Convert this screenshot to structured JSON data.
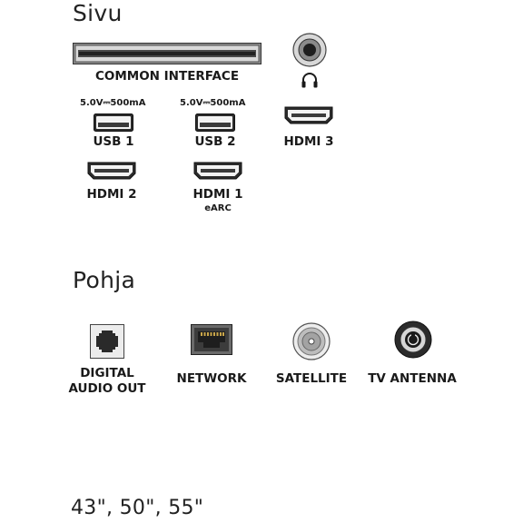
{
  "side_section": {
    "title": "Sivu",
    "common_interface": {
      "label": "COMMON INTERFACE"
    },
    "usb1": {
      "spec": "5.0V⎓500mA",
      "label": "USB 1"
    },
    "usb2": {
      "spec": "5.0V⎓500mA",
      "label": "USB 2"
    },
    "hdmi3": {
      "label": "HDMI 3"
    },
    "hdmi2": {
      "label": "HDMI 2"
    },
    "hdmi1": {
      "label": "HDMI 1",
      "sublabel": "eARC"
    },
    "headphone": {
      "icon": "headphones-icon"
    }
  },
  "bottom_section": {
    "title": "Pohja",
    "digital_audio": {
      "line1": "DIGITAL",
      "line2": "AUDIO OUT"
    },
    "network": {
      "label": "NETWORK"
    },
    "satellite": {
      "label": "SATELLITE"
    },
    "tv_antenna": {
      "label": "TV ANTENNA"
    }
  },
  "footer": {
    "sizes": "43\", 50\", 55\""
  },
  "colors": {
    "port_dark": "#2b2b2b",
    "port_light": "#e6e6e6",
    "text": "#1a1a1a"
  }
}
